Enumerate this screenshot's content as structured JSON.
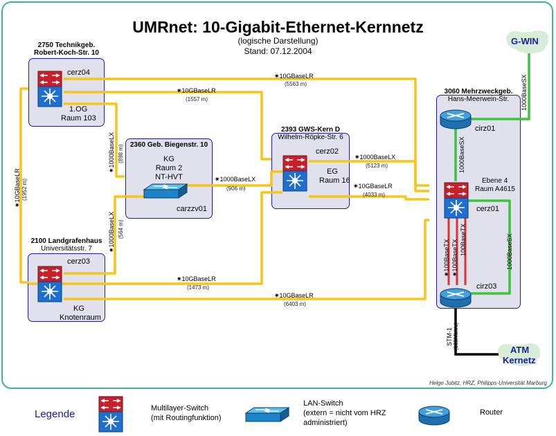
{
  "title": "UMRnet: 10-Gigabit-Ethernet-Kernnetz",
  "subtitle": "(logische Darstellung)",
  "date": "Stand: 07.12.2004",
  "credit": "Helge Jubitz, HRZ, Philipps-Universität Marburg",
  "sites": {
    "s2750": {
      "name": "2750 Technikgeb.",
      "address": "Robert-Koch-Str. 10",
      "device": "cerz04",
      "room_1": "1.OG",
      "room_2": "Raum 103"
    },
    "s2360": {
      "name": "2360 Geb. Biegenstr. 10",
      "room_1": "KG",
      "room_2": "Raum 2",
      "room_3": "NT-HVT",
      "device": "carzzv01"
    },
    "s2393": {
      "name": "2393 GWS-Kern D",
      "address": "Wilhelm-Röpke-Str. 6",
      "device": "cerz02",
      "room_1": "EG",
      "room_2": "Raum 16"
    },
    "s2100": {
      "name": "2100 Landgrafenhaus",
      "address": "Universitätsstr. 7",
      "device": "cerz03",
      "room_1": "KG",
      "room_2": "Knotenraum"
    },
    "s3060": {
      "name": "3060 Mehrzweckgeb.",
      "address": "Hans-Meerwein-Str.",
      "router_top": "cirz01",
      "room_1": "Ebene 4",
      "room_2": "Raum A4615",
      "switch": "cerz01",
      "router_bottom": "cirz03"
    }
  },
  "external": {
    "gwin": "G-WIN",
    "atm_1": "ATM",
    "atm_2": "Kernetz"
  },
  "links": {
    "l1": {
      "type": "10GBaseLR",
      "dist": "(5563 m)"
    },
    "l2": {
      "type": "10GBaseLR",
      "dist": "(1557 m)"
    },
    "l3": {
      "type": "10GBaseLR",
      "dist": "(1952 m)"
    },
    "l4": {
      "type": "1000BaseLX",
      "dist": "(898 m)"
    },
    "l5": {
      "type": "1000BaseLX",
      "dist": "(906 m)"
    },
    "l6": {
      "type": "1000BaseLX",
      "dist": "(564 m)"
    },
    "l7": {
      "type": "1000BaseLX",
      "dist": "(5123 m)"
    },
    "l8": {
      "type": "10GBaseLR",
      "dist": "(4033 m)"
    },
    "l9": {
      "type": "10GBaseLR",
      "dist": "(1473 m)"
    },
    "l10": {
      "type": "10GBaseLR",
      "dist": "(6403 m)"
    },
    "l11": {
      "type": "1000BaseSX"
    },
    "l12": {
      "type": "1000BaseSX"
    },
    "l13": {
      "type": "1000BaseSX"
    },
    "l14": {
      "type": "100BaseTX"
    },
    "l15": {
      "type": "100BaseTX"
    },
    "l16": {
      "type": "100BaseTX"
    },
    "l17": {
      "type": "STM-1",
      "rate": "(155Mbit/s)"
    }
  },
  "legend": {
    "title": "Legende",
    "multilayer_1": "Multilayer-Switch",
    "multilayer_2": "(mit Routingfunktion)",
    "lan_1": "LAN-Switch",
    "lan_2": "(extern = nicht vom HRZ",
    "lan_3": "administriert)",
    "router": "Router"
  },
  "colors": {
    "backbone": "#f5c518",
    "gigabit_sx": "#3cc43c",
    "fast_ethernet": "#e03030",
    "atm": "#000000",
    "site_border": "#1d1d9a",
    "frame": "#3fb58a",
    "switch_red": "#c8202a",
    "switch_blue": "#1f6fd1",
    "router_blue": "#2d89c8"
  }
}
